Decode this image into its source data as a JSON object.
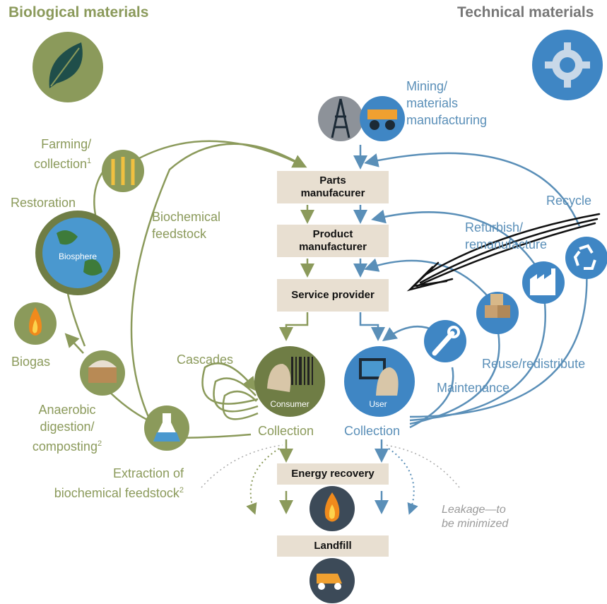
{
  "headers": {
    "biological": "Biological materials",
    "technical": "Technical materials"
  },
  "biological": {
    "farming": [
      "Farming/",
      "collection"
    ],
    "farming_sup": "1",
    "restoration": "Restoration",
    "biosphere": "Biosphere",
    "biochemical": [
      "Biochemical",
      "feedstock"
    ],
    "biogas": "Biogas",
    "anaerobic": [
      "Anaerobic",
      "digestion/",
      "composting"
    ],
    "anaerobic_sup": "2",
    "extraction": [
      "Extraction of",
      "biochemical feedstock"
    ],
    "extraction_sup": "2",
    "cascades": "Cascades",
    "consumer": "Consumer",
    "collection": "Collection"
  },
  "technical": {
    "mining": [
      "Mining/",
      "materials",
      "manufacturing"
    ],
    "recycle": "Recycle",
    "refurbish": [
      "Refurbish/",
      "remanufacture"
    ],
    "reuse": "Reuse/redistribute",
    "maintenance": "Maintenance",
    "user": "User",
    "collection": "Collection"
  },
  "center": {
    "parts": [
      "Parts",
      "manufacurer"
    ],
    "product": [
      "Product",
      "manufacturer"
    ],
    "service": "Service provider",
    "energy": "Energy recovery",
    "landfill": "Landfill",
    "leakage": [
      "Leakage—to",
      "be minimized"
    ]
  },
  "colors": {
    "bio": "#8b9a5b",
    "bio_dark": "#6f7d45",
    "tech": "#5a8fb8",
    "tech_dark": "#3f7bb0",
    "box": "#e8dfd1",
    "gray": "#7b8590"
  },
  "icons": [
    "leaf-icon",
    "gear-icon",
    "oil-rig-icon",
    "mining-truck-icon",
    "grain-fish-icon",
    "globe-icon",
    "flame-icon",
    "compost-icon",
    "flask-icon",
    "barcode-icon",
    "monitor-icon",
    "wrench-icon",
    "boxes-icon",
    "factory-icon",
    "recycle-icon",
    "dump-truck-icon",
    "hand-drawn-arrow-icon"
  ]
}
